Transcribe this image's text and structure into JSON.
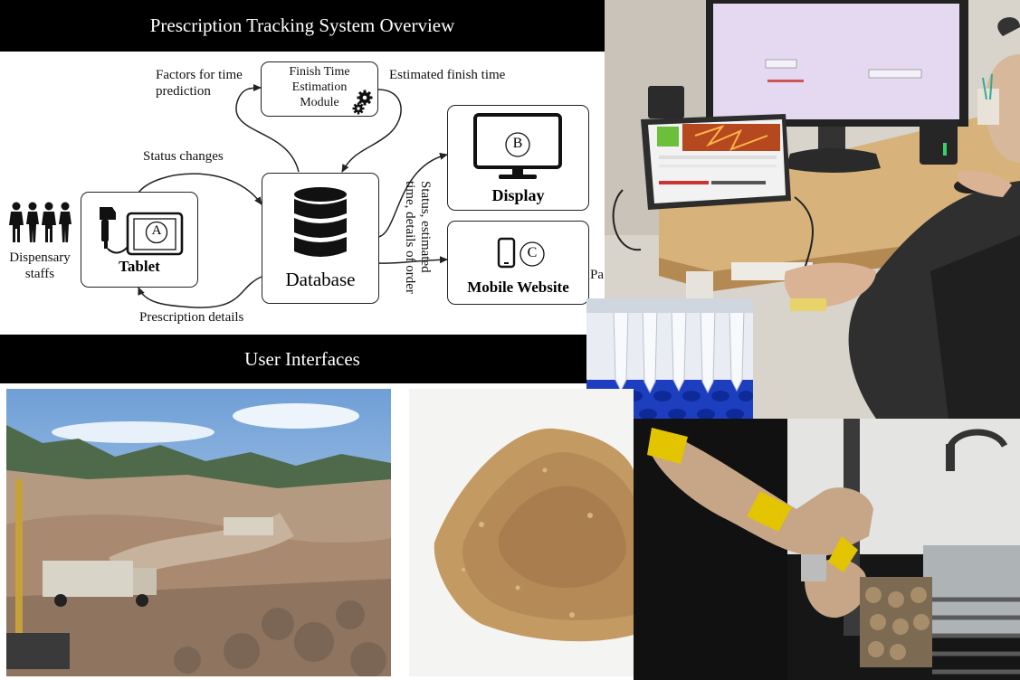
{
  "diagram": {
    "title": "Prescription Tracking System Overview",
    "nodes": {
      "estimation_module": {
        "label": "Finish Time Estimation Module",
        "line1": "Finish Time",
        "line2": "Estimation",
        "line3": "Module",
        "icon": "gears-icon"
      },
      "database": {
        "label": "Database",
        "icon": "database-icon"
      },
      "tablet": {
        "label": "Tablet",
        "marker": "A",
        "icon": "tablet-icon"
      },
      "display": {
        "label": "Display",
        "marker": "B",
        "icon": "monitor-icon"
      },
      "mobile": {
        "label": "Mobile Website",
        "marker": "C",
        "icon": "phone-icon"
      },
      "staff": {
        "label_line1": "Dispensary",
        "label_line2": "staffs",
        "icon": "people-icon"
      }
    },
    "edges": {
      "factors_line1": "Factors for time",
      "factors_line2": "prediction",
      "estimated": "Estimated finish time",
      "status_changes": "Status changes",
      "prescription_details": "Prescription details",
      "status_line1": "Status, estimated",
      "status_line2": "time, details of order",
      "truncated": "Pa"
    }
  },
  "section2": {
    "title": "User Interfaces"
  },
  "colors": {
    "banner": "#000000",
    "line": "#222222"
  }
}
